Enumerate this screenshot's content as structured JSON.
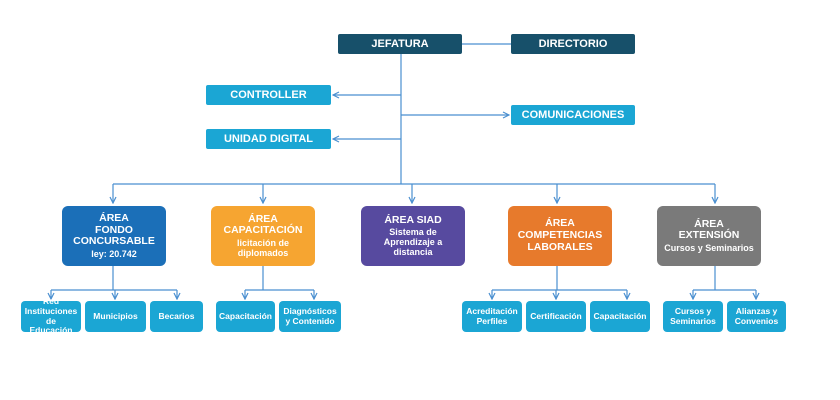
{
  "colors": {
    "top": "#17506a",
    "staff": "#1ba6d4",
    "line": "#4a8fd0",
    "area_fondo": "#1b6fb8",
    "area_capacitacion": "#f6a531",
    "area_siad": "#574a9f",
    "area_competencias": "#e77a2c",
    "area_extension": "#7a7a7a"
  },
  "top": {
    "jefatura": "JEFATURA",
    "directorio": "DIRECTORIO"
  },
  "staff": {
    "controller": "CONTROLLER",
    "unidad_digital": "UNIDAD DIGITAL",
    "comunicaciones": "COMUNICACIONES"
  },
  "areas": {
    "fondo": {
      "line1": "ÁREA",
      "line2": "FONDO CONCURSABLE",
      "line3": "ley: 20.742"
    },
    "capacitacion": {
      "line1": "ÁREA",
      "line2": "CAPACITACIÓN",
      "line3": "licitación de diplomados"
    },
    "siad": {
      "line1": "ÁREA SIAD",
      "line2": "",
      "line3": "Sistema de Aprendizaje a distancia"
    },
    "competencias": {
      "line1": "ÁREA",
      "line2": "COMPETENCIAS LABORALES",
      "line3": ""
    },
    "extension": {
      "line1": "ÁREA",
      "line2": "EXTENSIÓN",
      "line3": "Cursos y Seminarios"
    }
  },
  "subs": {
    "fondo": [
      "Red Instituciones de Educación",
      "Municipios",
      "Becarios"
    ],
    "capacitacion": [
      "Capacitación",
      "Diagnósticos y Contenido"
    ],
    "competencias": [
      "Acreditación Perfiles",
      "Certificación",
      "Capacitación"
    ],
    "extension": [
      "Cursos y Seminarios",
      "Alianzas y Convenios"
    ]
  }
}
